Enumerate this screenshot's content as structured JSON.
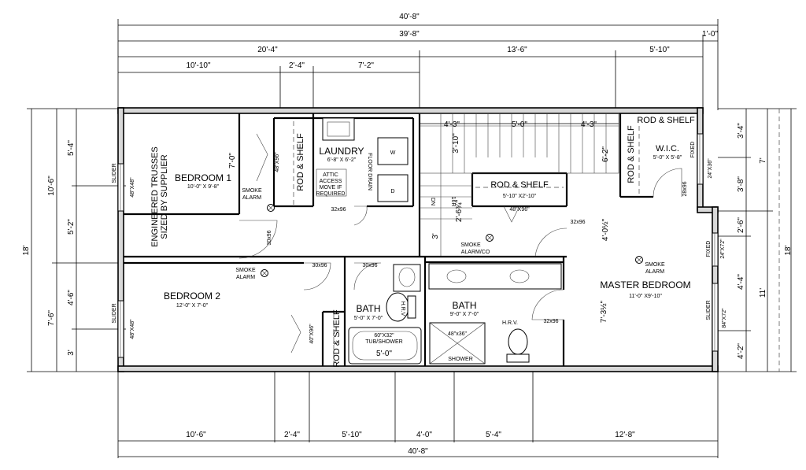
{
  "dimensions": {
    "top_overall": "40'-8\"",
    "top_inner": "39'-8\"",
    "top_right_small": "1'-0\"",
    "top_row3": [
      "20'-4\"",
      "13'-6\"",
      "5'-10\""
    ],
    "top_row4": [
      "10'-10\"",
      "2'-4\"",
      "7'-2\""
    ],
    "bottom_row": [
      "10'-6\"",
      "2'-4\"",
      "5'-10\"",
      "4'-0\"",
      "5'-4\"",
      "12'-8\""
    ],
    "bottom_overall": "40'-8\"",
    "left_outer": "18'",
    "left_mid": [
      "10'-6\"",
      "7'-6\""
    ],
    "left_inner": [
      "5'-4\"",
      "5'-2\"",
      "4'-6\"",
      "3'"
    ],
    "right_outer": "18'",
    "right_mid": [
      "7'",
      "11'"
    ],
    "right_inner": [
      "3'-4\"",
      "3'-8\"",
      "2'-6\"",
      "4'-4\"",
      "4'-2\""
    ],
    "stair": [
      "4'-3\"",
      "5'-0\"",
      "4'-3\"",
      "3'-10\"",
      "6'-2\""
    ],
    "interior": [
      "7'-0\"",
      "3'",
      "4'-0½\"",
      "7'-3½\"",
      "2'-6¾\"",
      "5'-0\""
    ]
  },
  "rooms": {
    "bedroom1": {
      "name": "BEDROOM 1",
      "size": "10'-0\" X 9'-8\""
    },
    "bedroom2": {
      "name": "BEDROOM 2",
      "size": "12'-0\" X 7'-0\""
    },
    "laundry": {
      "name": "LAUNDRY",
      "size": "6'-8\" X 6'-2\""
    },
    "bath1": {
      "name": "BATH",
      "size": "5'-0\" X 7'-0\""
    },
    "bath2": {
      "name": "BATH",
      "size": "9'-0\" X 7'-0\""
    },
    "wic": {
      "name": "W.I.C.",
      "size": "5'-0\" X 5'-8\""
    },
    "master": {
      "name": "MASTER BEDROOM",
      "size": "11'-0\" X9'-10\""
    }
  },
  "labels": {
    "trusses_line1": "ENGINEERED TRUSSES",
    "trusses_line2": "SIZED BY SUPPLIER",
    "rod_shelf": "ROD & SHELF",
    "rod_shelf_size": "5'-10\" X2'-10\"",
    "smoke_alarm_1": "SMOKE",
    "smoke_alarm_2": "ALARM",
    "smoke_alarm_co_1": "SMOKE",
    "smoke_alarm_co_2": "ALARM/CO",
    "attic": [
      "ATTIC",
      "ACCESS",
      "MOVE IF",
      "REQUIRED"
    ],
    "floor_drain": "FLOOR DRAIN",
    "washer": "W",
    "dryer": "D",
    "dn": "DN",
    "risers": "16R",
    "slider": "SLIDER",
    "fixed": "FIXED",
    "tub": "60\"X32\"",
    "tub_label": "TUB/SHOWER",
    "shower_size": "48\"x36\"",
    "shower_label": "SHOWER",
    "hrv": "H.R.V.",
    "hrv_short": "H.R.V"
  },
  "doors": {
    "d32_1": "32x96",
    "d30_1": "30x96",
    "d30_2": "30x96",
    "d30_3": "30x96",
    "d32_2": "32x96",
    "d32_3": "32x96",
    "d28": "28x96",
    "closet1": "48\"X96\"",
    "closet2": "48\"X96\"",
    "closet3": "40\"X96\""
  },
  "windows": {
    "w1": "48\"X48\"",
    "w2": "48\"X48\"",
    "w3": "24\"X36\"",
    "w4": "24\"X72\"",
    "w5": "84\"X72\""
  }
}
